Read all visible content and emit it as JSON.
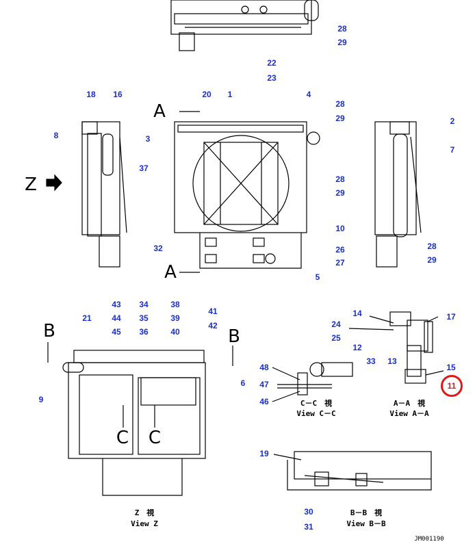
{
  "drawing_code": "JM001190",
  "section_letters": {
    "z": "Z",
    "a_top": "A",
    "a_bottom": "A",
    "b_left": "B",
    "b_right": "B",
    "c_left": "C",
    "c_right": "C"
  },
  "captions": {
    "view_z_jp": "Z　視",
    "view_z_en": "View Z",
    "view_cc_jp": "C－C　視",
    "view_cc_en": "View C－C",
    "view_aa_jp": "A－A　視",
    "view_aa_en": "View A－A",
    "view_bb_jp": "B－B　視",
    "view_bb_en": "View B－B"
  },
  "callouts": {
    "top": [
      "28",
      "29",
      "22",
      "23"
    ],
    "left_side": [
      "18",
      "16",
      "8"
    ],
    "front": [
      "20",
      "1",
      "4",
      "28",
      "29",
      "3",
      "37",
      "28",
      "29",
      "10",
      "32",
      "26",
      "27",
      "5"
    ],
    "right_side": [
      "2",
      "7",
      "28",
      "29"
    ],
    "view_z": [
      "43",
      "34",
      "38",
      "44",
      "35",
      "39",
      "41",
      "21",
      "45",
      "36",
      "40",
      "42",
      "9",
      "6"
    ],
    "view_cc": [
      "48",
      "47",
      "46"
    ],
    "view_aa": [
      "14",
      "17",
      "24",
      "25",
      "12",
      "33",
      "13",
      "15"
    ],
    "view_bb": [
      "19",
      "30",
      "31"
    ]
  },
  "highlighted_callout": "11",
  "colors": {
    "callout": "#1a2fc8",
    "highlight": "#e01818"
  }
}
